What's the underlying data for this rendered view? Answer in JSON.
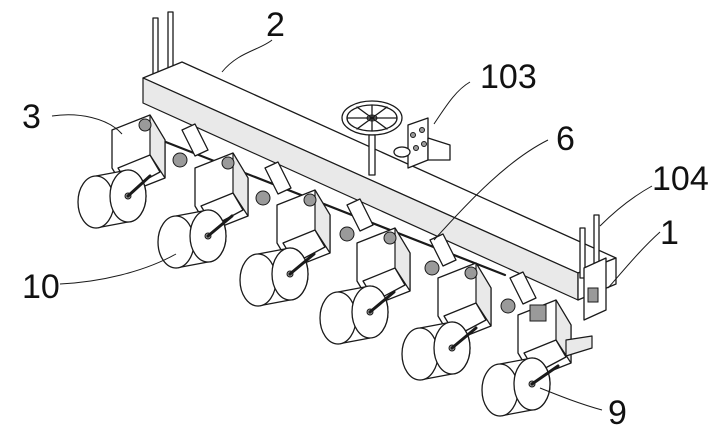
{
  "callouts": {
    "c1": "1",
    "c2": "2",
    "c3": "3",
    "c6": "6",
    "c9": "9",
    "c10": "10",
    "c103": "103",
    "c104": "104"
  },
  "colors": {
    "line": "#1a1a1a",
    "background": "#ffffff",
    "shade": "#e9e9e9"
  }
}
